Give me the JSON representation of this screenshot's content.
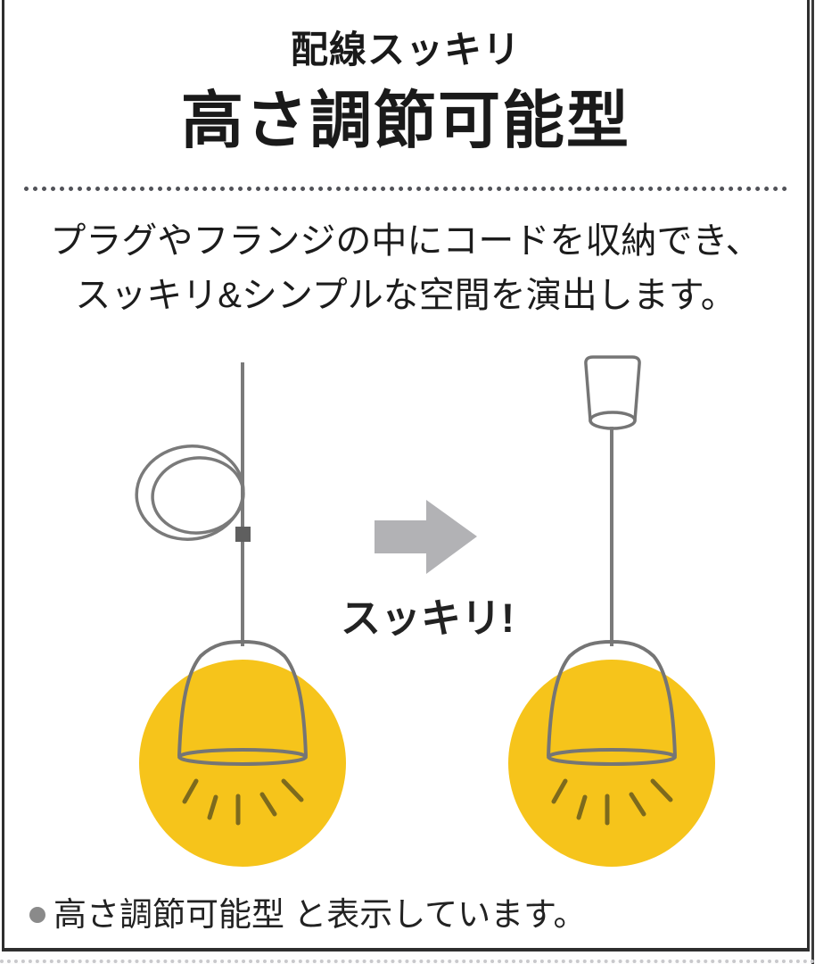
{
  "header": {
    "subtitle": "配線スッキリ",
    "title": "高さ調節可能型"
  },
  "description": {
    "line1": "プラグやフランジの中にコードを収納でき、",
    "line2": "スッキリ&シンプルな空間を演出します。"
  },
  "illustration": {
    "arrow_label": "スッキリ!"
  },
  "footnote": {
    "text": "高さ調節可能型 と表示しています。"
  },
  "colors": {
    "glow_yellow": "#F6C41B",
    "light_ray_olive": "#7D6A1D",
    "fixture_outline_gray": "#757575",
    "cord_gray": "#7A7A7A",
    "arrow_gray": "#B2B2B5",
    "text_dark": "#1A1A1A",
    "frame_border": "#2E2E2E",
    "bullet_gray": "#8A8A8A"
  }
}
